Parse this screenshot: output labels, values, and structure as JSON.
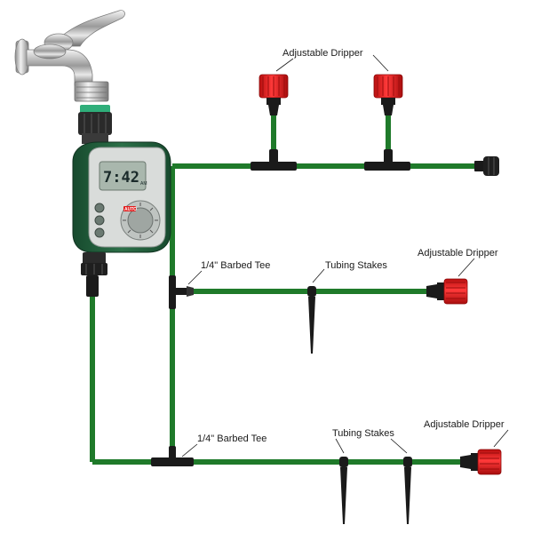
{
  "labels": {
    "dripper": "Adjustable Dripper",
    "tee": "1/4\" Barbed Tee",
    "stakes": "Tubing Stakes"
  },
  "timer": {
    "display": "7:42",
    "indicator": "AM",
    "dial_label": "AUTO"
  },
  "colors": {
    "tube": "#1f7a2a",
    "dripper": "#e02020",
    "timer_body": "#1f5a3a",
    "connector": "#1a1a1a"
  }
}
